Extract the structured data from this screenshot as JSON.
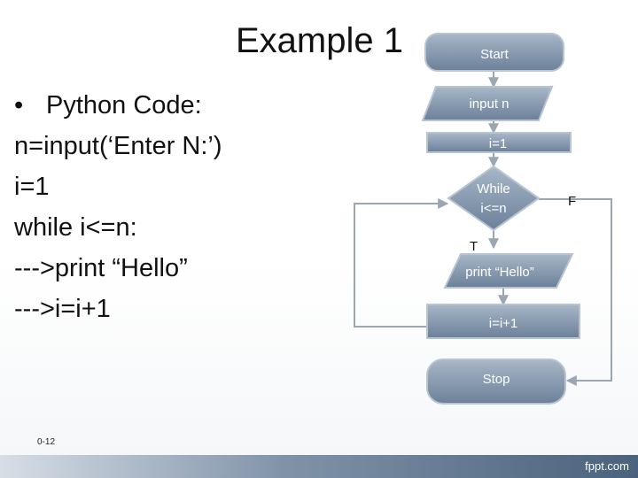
{
  "slide": {
    "title": "Example 1",
    "bullet": "•",
    "code_lines": [
      "Python Code:",
      "n=input(‘Enter N:’)",
      "i=1",
      "while i<=n:",
      "--->print “Hello”",
      "--->i=i+1"
    ],
    "slide_number": "0-12",
    "footer_brand": "fppt.com"
  },
  "flowchart": {
    "start": "Start",
    "input": "input n",
    "init": "i=1",
    "cond_line1": "While",
    "cond_line2": "i<=n",
    "print": "print “Hello”",
    "increment": "i=i+1",
    "stop": "Stop",
    "true_label": "T",
    "false_label": "F"
  },
  "colors": {
    "node_fill_top": "#9fb0c3",
    "node_fill_bottom": "#6f849c",
    "node_stroke": "#b8c4d2",
    "edge": "#9aa6b2"
  }
}
